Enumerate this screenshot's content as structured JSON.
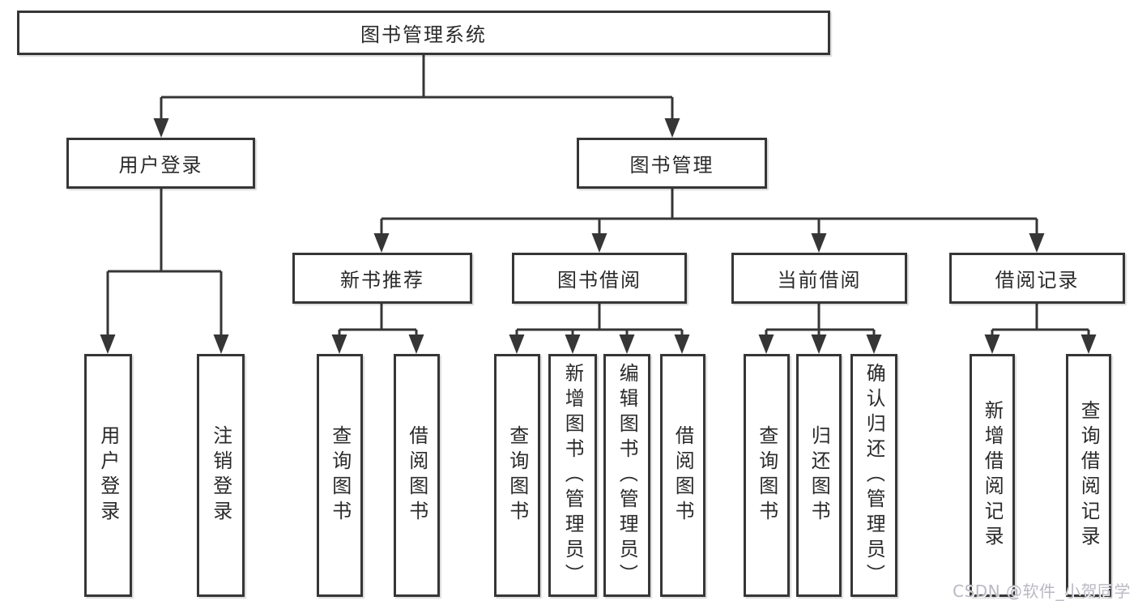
{
  "diagram": {
    "watermark": "CSDN @软件_小贺同学",
    "colors": {
      "line": "#363636",
      "box_border": "#363636",
      "text": "#2a2a2a",
      "background": "#ffffff",
      "watermark": "#b9b9c2"
    },
    "tree": {
      "label": "图书管理系统",
      "children": [
        {
          "label": "用户登录",
          "children": [
            {
              "label": "用户登录"
            },
            {
              "label": "注销登录"
            }
          ]
        },
        {
          "label": "图书管理",
          "children": [
            {
              "label": "新书推荐",
              "children": [
                {
                  "label": "查询图书"
                },
                {
                  "label": "借阅图书"
                }
              ]
            },
            {
              "label": "图书借阅",
              "children": [
                {
                  "label": "查询图书"
                },
                {
                  "label": "新增图书（管理员）"
                },
                {
                  "label": "编辑图书（管理员）"
                },
                {
                  "label": "借阅图书"
                }
              ]
            },
            {
              "label": "当前借阅",
              "children": [
                {
                  "label": "查询图书"
                },
                {
                  "label": "归还图书"
                },
                {
                  "label": "确认归还（管理员）"
                }
              ]
            },
            {
              "label": "借阅记录",
              "children": [
                {
                  "label": "新增借阅记录"
                },
                {
                  "label": "查询借阅记录"
                }
              ]
            }
          ]
        }
      ]
    }
  }
}
